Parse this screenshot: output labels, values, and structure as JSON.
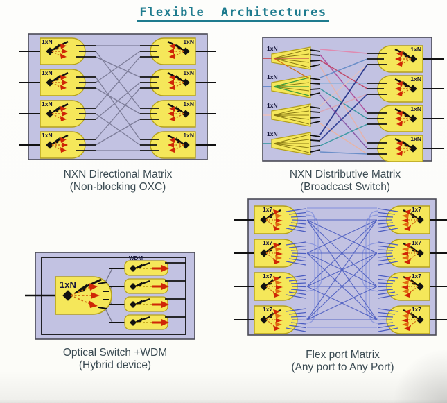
{
  "title": "Flexible Architectures",
  "colors": {
    "panel_bg": "#c2c2e2",
    "panel_border": "#4a4a55",
    "switch_fill": "#f5e75a",
    "switch_border": "#b3a01c",
    "title_color": "#1e7b8e",
    "caption_color": "#3a4a52",
    "wire_gray": "#7d7d99",
    "wire_blue": "#4a5cc0",
    "wire_blue_light": "#8e99dd",
    "arrow_black": "#111111",
    "fan_red": "#cf2606",
    "fan_orange": "#d06a10",
    "wire_pink": "#e08ab0",
    "wire_magenta": "#b0509c",
    "wire_navy": "#2c3a8e",
    "wire_teal": "#3f9aa4"
  },
  "panels": {
    "directional": {
      "switch_label": "1xN",
      "caption_line1": "NXN Directional Matrix",
      "caption_line2": "(Non-blocking OXC)"
    },
    "distributive": {
      "splitter_label": "1xN",
      "switch_label": "1xN",
      "caption_line1": "NXN Distributive Matrix",
      "caption_line2": "(Broadcast Switch)"
    },
    "hybrid": {
      "switch_label": "1xN",
      "wdm_label": "WDM",
      "caption_line1": "Optical Switch +WDM",
      "caption_line2": "(Hybrid device)"
    },
    "flexport": {
      "switch_label": "1x7",
      "caption_line1": "Flex port Matrix",
      "caption_line2": "(Any port to Any Port)"
    }
  }
}
